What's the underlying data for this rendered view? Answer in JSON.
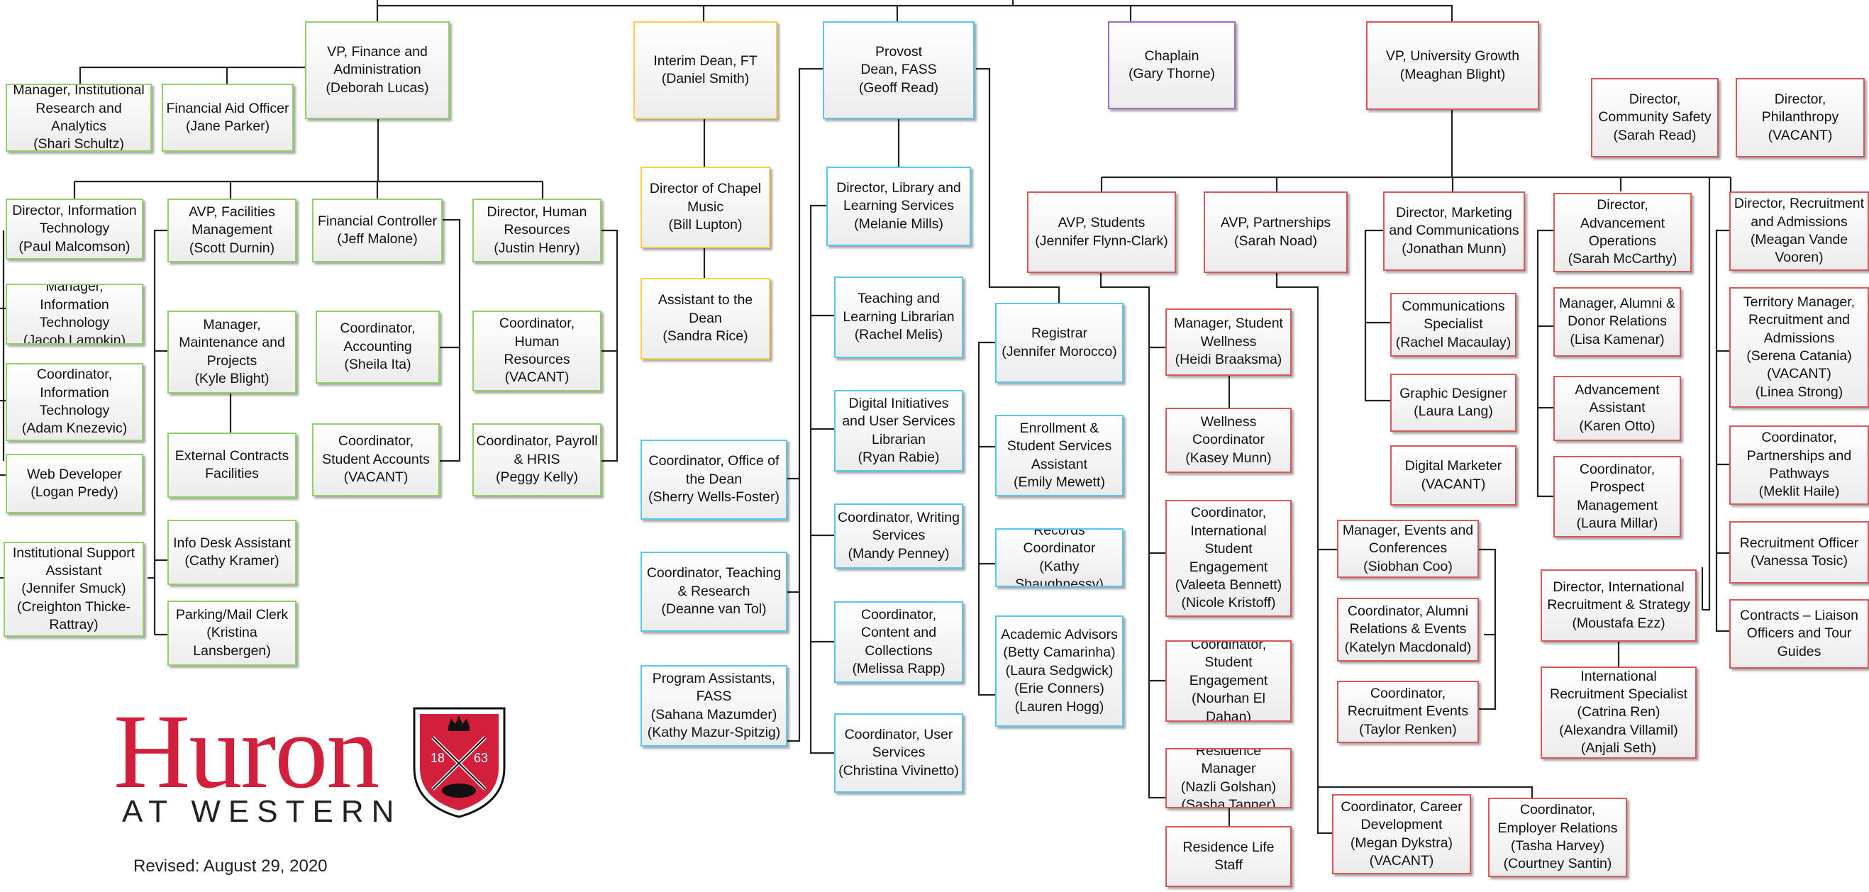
{
  "units": [
    {
      "id": "vp-finance",
      "text": "VP, Finance and\nAdministration\n(Deborah Lucas)",
      "color": "green"
    },
    {
      "id": "mgr-institutional-research",
      "text": "Manager, Institutional\nResearch and Analytics\n(Shari Schultz)",
      "color": "green"
    },
    {
      "id": "financial-aid-officer",
      "text": "Financial Aid Officer\n(Jane Parker)",
      "color": "green"
    },
    {
      "id": "dir-it",
      "text": "Director, Information\nTechnology\n(Paul Malcomson)",
      "color": "green"
    },
    {
      "id": "mgr-it",
      "text": "Manager, Information\nTechnology\n(Jacob Lampkin)",
      "color": "green"
    },
    {
      "id": "coord-it",
      "text": "Coordinator,\nInformation\nTechnology\n(Adam Knezevic)",
      "color": "green"
    },
    {
      "id": "web-developer",
      "text": "Web Developer\n(Logan Predy)",
      "color": "green"
    },
    {
      "id": "inst-support",
      "text": "Institutional Support\nAssistant\n(Jennifer Smuck)\n(Creighton Thicke-\nRattray)",
      "color": "green"
    },
    {
      "id": "avp-facilities",
      "text": "AVP, Facilities\nManagement\n(Scott Durnin)",
      "color": "green"
    },
    {
      "id": "mgr-maintenance",
      "text": "Manager,\nMaintenance and\nProjects\n(Kyle Blight)",
      "color": "green"
    },
    {
      "id": "external-contracts",
      "text": "External Contracts\nFacilities",
      "color": "green"
    },
    {
      "id": "info-desk",
      "text": "Info Desk Assistant\n(Cathy Kramer)",
      "color": "green"
    },
    {
      "id": "parking-clerk",
      "text": "Parking/Mail Clerk\n(Kristina\nLansbergen)",
      "color": "green"
    },
    {
      "id": "financial-controller",
      "text": "Financial Controller\n(Jeff Malone)",
      "color": "green"
    },
    {
      "id": "coord-accounting",
      "text": "Coordinator,\nAccounting\n(Sheila Ita)",
      "color": "green"
    },
    {
      "id": "coord-student-accounts",
      "text": "Coordinator,\nStudent Accounts\n(VACANT)",
      "color": "green"
    },
    {
      "id": "dir-hr",
      "text": "Director, Human\nResources\n(Justin Henry)",
      "color": "green"
    },
    {
      "id": "coord-hr",
      "text": "Coordinator, Human\nResources\n(VACANT)",
      "color": "green"
    },
    {
      "id": "coord-payroll",
      "text": "Coordinator, Payroll\n& HRIS\n(Peggy Kelly)",
      "color": "green"
    },
    {
      "id": "interim-dean",
      "text": "Interim Dean, FT\n(Daniel Smith)",
      "color": "yellow"
    },
    {
      "id": "dir-chapel-music",
      "text": "Director of Chapel\nMusic\n(Bill Lupton)",
      "color": "yellow"
    },
    {
      "id": "assistant-dean",
      "text": "Assistant to the\nDean\n(Sandra Rice)",
      "color": "yellow"
    },
    {
      "id": "provost",
      "text": "Provost\nDean, FASS\n(Geoff Read)",
      "color": "blue"
    },
    {
      "id": "coord-office-dean",
      "text": "Coordinator, Office of\nthe Dean\n(Sherry Wells-Foster)",
      "color": "blue"
    },
    {
      "id": "coord-teaching-research",
      "text": "Coordinator, Teaching\n& Research\n(Deanne van Tol)",
      "color": "blue"
    },
    {
      "id": "program-assistants",
      "text": "Program Assistants,\nFASS\n(Sahana Mazumder)\n(Kathy Mazur-Spitzig)",
      "color": "blue"
    },
    {
      "id": "dir-library",
      "text": "Director, Library and\nLearning Services\n(Melanie Mills)",
      "color": "blue"
    },
    {
      "id": "teaching-librarian",
      "text": "Teaching and\nLearning Librarian\n(Rachel Melis)",
      "color": "blue"
    },
    {
      "id": "digital-librarian",
      "text": "Digital Initiatives\nand User Services\nLibrarian\n(Ryan Rabie)",
      "color": "blue"
    },
    {
      "id": "coord-writing",
      "text": "Coordinator, Writing\nServices\n(Mandy Penney)",
      "color": "blue"
    },
    {
      "id": "coord-content",
      "text": "Coordinator,\nContent and\nCollections\n(Melissa Rapp)",
      "color": "blue"
    },
    {
      "id": "coord-user-services",
      "text": "Coordinator, User\nServices\n(Christina Vivinetto)",
      "color": "blue"
    },
    {
      "id": "registrar",
      "text": "Registrar\n(Jennifer Morocco)",
      "color": "blue"
    },
    {
      "id": "enrollment-assistant",
      "text": "Enrollment &\nStudent Services\nAssistant\n(Emily Mewett)",
      "color": "blue"
    },
    {
      "id": "records-coord",
      "text": "Records Coordinator\n(Kathy Shaughnessy)",
      "color": "blue"
    },
    {
      "id": "academic-advisors",
      "text": "Academic Advisors\n(Betty Camarinha)\n(Laura Sedgwick)\n(Erie Conners)\n(Lauren Hogg)",
      "color": "blue"
    },
    {
      "id": "chaplain",
      "text": "Chaplain\n(Gary Thorne)",
      "color": "purple"
    },
    {
      "id": "vp-growth",
      "text": "VP, University Growth\n(Meaghan Blight)",
      "color": "red"
    },
    {
      "id": "dir-community-safety",
      "text": "Director,\nCommunity Safety\n(Sarah Read)",
      "color": "red"
    },
    {
      "id": "dir-philanthropy",
      "text": "Director,\nPhilanthropy\n(VACANT)",
      "color": "red"
    },
    {
      "id": "avp-students",
      "text": "AVP, Students\n(Jennifer Flynn-Clark)",
      "color": "red"
    },
    {
      "id": "mgr-wellness",
      "text": "Manager, Student\nWellness\n(Heidi Braaksma)",
      "color": "red"
    },
    {
      "id": "wellness-coord",
      "text": "Wellness\nCoordinator\n(Kasey Munn)",
      "color": "red"
    },
    {
      "id": "coord-intl-engagement",
      "text": "Coordinator,\nInternational\nStudent\nEngagement\n(Valeeta Bennett)\n(Nicole Kristoff)",
      "color": "red"
    },
    {
      "id": "coord-student-engagement",
      "text": "Coordinator,\nStudent\nEngagement\n(Nourhan El Dahan)",
      "color": "red"
    },
    {
      "id": "residence-manager",
      "text": "Residence Manager\n(Nazli Golshan)\n(Sasha Tanner)",
      "color": "red"
    },
    {
      "id": "residence-staff",
      "text": "Residence Life\nStaff",
      "color": "red"
    },
    {
      "id": "avp-partnerships",
      "text": "AVP, Partnerships\n(Sarah Noad)",
      "color": "red"
    },
    {
      "id": "mgr-events",
      "text": "Manager, Events and\nConferences\n(Siobhan Coo)",
      "color": "red"
    },
    {
      "id": "coord-alumni-events",
      "text": "Coordinator, Alumni\nRelations & Events\n(Katelyn Macdonald)",
      "color": "red"
    },
    {
      "id": "coord-recruitment-events",
      "text": "Coordinator,\nRecruitment Events\n(Taylor Renken)",
      "color": "red"
    },
    {
      "id": "coord-career",
      "text": "Coordinator, Career\nDevelopment\n(Megan Dykstra)\n(VACANT)",
      "color": "red"
    },
    {
      "id": "coord-employer",
      "text": "Coordinator,\nEmployer Relations\n(Tasha Harvey)\n(Courtney Santin)",
      "color": "red"
    },
    {
      "id": "dir-marketing",
      "text": "Director, Marketing\nand Communications\n(Jonathan Munn)",
      "color": "red"
    },
    {
      "id": "comms-specialist",
      "text": "Communications\nSpecialist\n(Rachel Macaulay)",
      "color": "red"
    },
    {
      "id": "graphic-designer",
      "text": "Graphic Designer\n(Laura Lang)",
      "color": "red"
    },
    {
      "id": "digital-marketer",
      "text": "Digital Marketer\n(VACANT)",
      "color": "red"
    },
    {
      "id": "dir-advancement",
      "text": "Director,\nAdvancement\nOperations\n(Sarah McCarthy)",
      "color": "red"
    },
    {
      "id": "mgr-alumni",
      "text": "Manager, Alumni &\nDonor Relations\n(Lisa Kamenar)",
      "color": "red"
    },
    {
      "id": "advancement-assistant",
      "text": "Advancement\nAssistant\n(Karen Otto)",
      "color": "red"
    },
    {
      "id": "coord-prospect",
      "text": "Coordinator,\nProspect\nManagement\n(Laura Millar)",
      "color": "red"
    },
    {
      "id": "dir-intl-recruitment",
      "text": "Director, International\nRecruitment & Strategy\n(Moustafa Ezz)",
      "color": "red"
    },
    {
      "id": "intl-recruitment-specialist",
      "text": "International\nRecruitment Specialist\n(Catrina Ren)\n(Alexandra Villamil)\n(Anjali Seth)",
      "color": "red"
    },
    {
      "id": "dir-recruitment",
      "text": "Director, Recruitment\nand Admissions\n(Meagan Vande\nVooren)",
      "color": "red"
    },
    {
      "id": "territory-manager",
      "text": "Territory Manager,\nRecruitment and\nAdmissions\n(Serena Catania)\n(VACANT)\n(Linea Strong)",
      "color": "red"
    },
    {
      "id": "coord-partnerships-pathways",
      "text": "Coordinator,\nPartnerships and\nPathways\n(Meklit Haile)",
      "color": "red"
    },
    {
      "id": "recruitment-officer",
      "text": "Recruitment Officer\n(Vanessa Tosic)",
      "color": "red"
    },
    {
      "id": "contracts-liaison",
      "text": "Contracts – Liaison\nOfficers and Tour\nGuides",
      "color": "red"
    }
  ],
  "logo": {
    "wordmark": "Huron",
    "subtitle": "AT WESTERN",
    "year_left": "18",
    "year_right": "63"
  },
  "revised": "Revised: August 29, 2020",
  "colors": {
    "green": "#8fd26a",
    "yellow": "#f7cf4c",
    "blue": "#56c8ee",
    "purple": "#9a6fc3",
    "red": "#d9585b",
    "brand_red": "#d21f3c"
  }
}
